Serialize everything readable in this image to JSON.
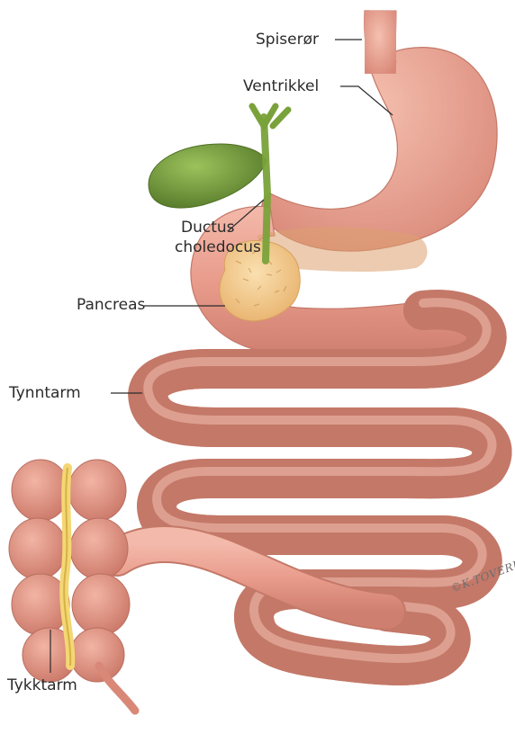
{
  "labels": {
    "spiseror": "Spiserør",
    "ventrikkel": "Ventrikkel",
    "ductus_line1": "Ductus",
    "ductus_line2": "choledocus",
    "pancreas": "Pancreas",
    "tynntarm": "Tynntarm",
    "tykktarm": "Tykktarm"
  },
  "signature": "©K.TOVERUD",
  "colors": {
    "intestine": "#eaa293",
    "intestine_dark": "#cf7d70",
    "stomach": "#e9a695",
    "gallbladder": "#78a140",
    "pancreas": "#f2c98e",
    "fat": "#f4d774"
  }
}
